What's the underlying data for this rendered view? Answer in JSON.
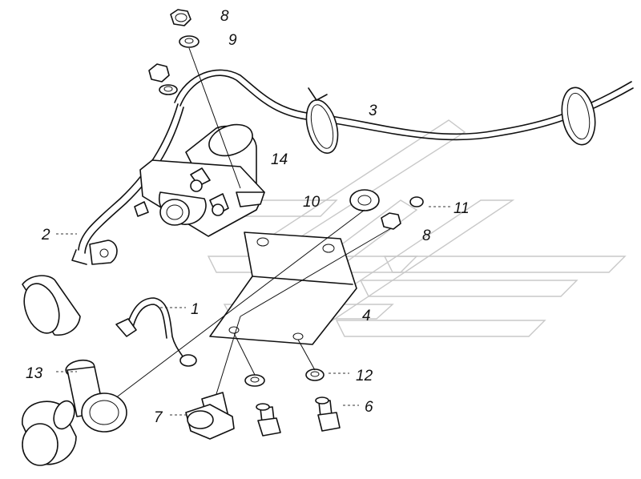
{
  "callouts": [
    {
      "id": "c1",
      "label": "1"
    },
    {
      "id": "c2",
      "label": "2"
    },
    {
      "id": "c3",
      "label": "3"
    },
    {
      "id": "c4",
      "label": "4"
    },
    {
      "id": "c6",
      "label": "6"
    },
    {
      "id": "c7",
      "label": "7"
    },
    {
      "id": "c8a",
      "label": "8"
    },
    {
      "id": "c8b",
      "label": "8"
    },
    {
      "id": "c9",
      "label": "9"
    },
    {
      "id": "c10",
      "label": "10"
    },
    {
      "id": "c11",
      "label": "11"
    },
    {
      "id": "c12",
      "label": "12"
    },
    {
      "id": "c13",
      "label": "13"
    },
    {
      "id": "c14",
      "label": "14"
    }
  ]
}
